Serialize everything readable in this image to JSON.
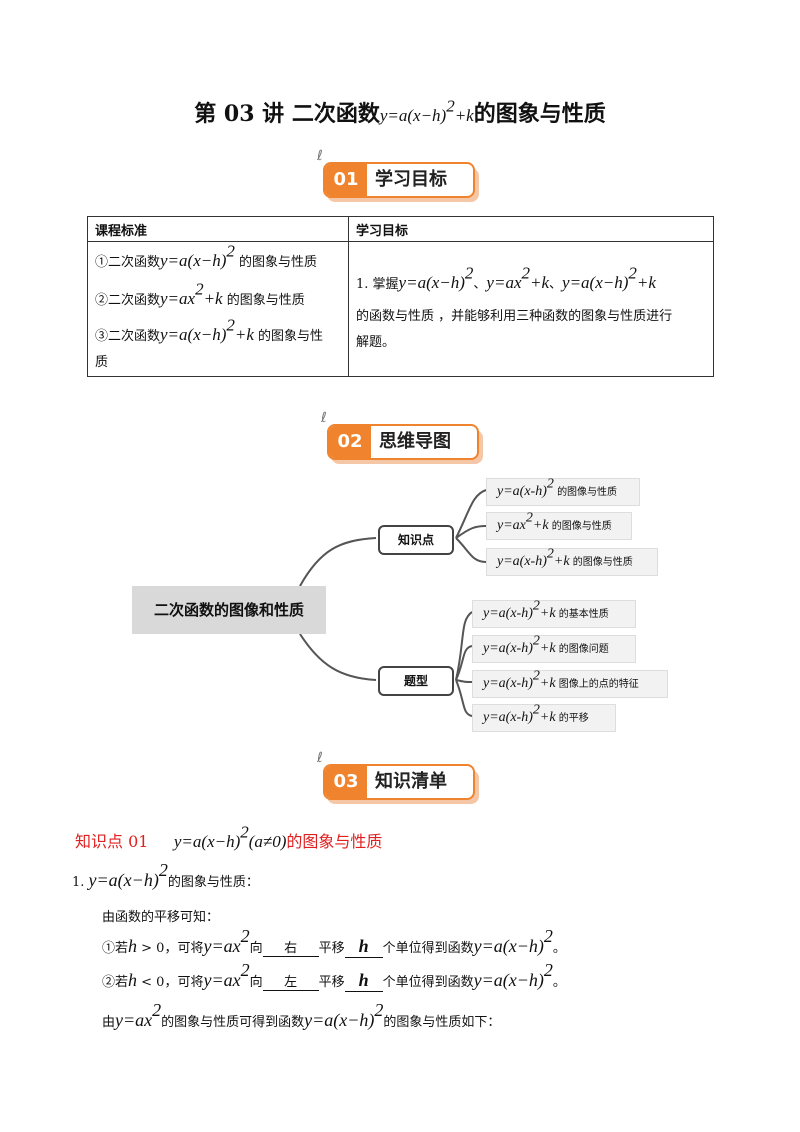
{
  "title": {
    "prefix": "第 03 讲  二次函数",
    "formula": "y=a(x−h)",
    "formula_exp": "2",
    "formula_tail": "+k",
    "suffix": "的图象与性质"
  },
  "sections": [
    {
      "num": "01",
      "label": "学习目标"
    },
    {
      "num": "02",
      "label": "思维导图"
    },
    {
      "num": "03",
      "label": "知识清单"
    }
  ],
  "goals_table": {
    "headers": [
      "课程标准",
      "学习目标"
    ],
    "standards": [
      {
        "prefix": "①二次函数",
        "formula": "y=a(x−h)",
        "exp": "2",
        "tail": "",
        "suffix": "的图象与性质"
      },
      {
        "prefix": "②二次函数",
        "formula": "y=ax",
        "exp": "2",
        "tail": "+k",
        "suffix": "的图象与性质"
      },
      {
        "prefix": "③二次函数",
        "formula": "y=a(x−h)",
        "exp": "2",
        "tail": "+k",
        "suffix": "的图象与性",
        "wrap": "质"
      }
    ],
    "objective": {
      "prefix": "1. 掌握",
      "f1": "y=a(x−h)",
      "f1_exp": "2",
      "sep1": "、",
      "f2": "y=ax",
      "f2_exp": "2",
      "f2_tail": "+k",
      "sep2": "、",
      "f3": "y=a(x−h)",
      "f3_exp": "2",
      "f3_tail": "+k",
      "line2": "的函数与性质 ，并能够利用三种函数的图象与性质进行",
      "line3": "解题。"
    }
  },
  "mindmap": {
    "root": "二次函数的图像和性质",
    "branches": [
      {
        "label": "知识点",
        "leaves": [
          {
            "formula": "y=a(x-h)",
            "exp": "2",
            "tail": "",
            "text": "的图像与性质"
          },
          {
            "formula": "y=ax",
            "exp": "2",
            "tail": "+k",
            "text": "的图像与性质"
          },
          {
            "formula": "y=a(x-h)",
            "exp": "2",
            "tail": "+k",
            "text": "的图像与性质"
          }
        ]
      },
      {
        "label": "题型",
        "leaves": [
          {
            "formula": "y=a(x-h)",
            "exp": "2",
            "tail": "+k",
            "text": "的基本性质"
          },
          {
            "formula": "y=a(x-h)",
            "exp": "2",
            "tail": "+k",
            "text": "的图像问题"
          },
          {
            "formula": "y=a(x-h)",
            "exp": "2",
            "tail": "+k",
            "text": "图像上的点的特征"
          },
          {
            "formula": "y=a(x-h)",
            "exp": "2",
            "tail": "+k",
            "text": "的平移"
          }
        ]
      }
    ]
  },
  "knowledge": {
    "heading_label": "知识点 01",
    "heading_formula": "y=a(x−h)",
    "heading_exp": "2",
    "heading_cond": "(a≠0)",
    "heading_suffix": "的图象与性质",
    "item1_num": "1.",
    "item1_formula": "y=a(x−h)",
    "item1_exp": "2",
    "item1_suffix": "的图象与性质：",
    "line_translation": "由函数的平移可知：",
    "case1": {
      "prefix": "①若",
      "var": "h",
      "cond": " > 0，可将",
      "f": "y=ax",
      "f_exp": "2",
      "dir_pre": "向",
      "dir": "右",
      "move": "平移",
      "amount": "h",
      "unit": "个单位得到函数",
      "g": "y=a(x−h)",
      "g_exp": "2",
      "end": "。"
    },
    "case2": {
      "prefix": "②若",
      "var": "h",
      "cond": " < 0，可将",
      "f": "y=ax",
      "f_exp": "2",
      "dir_pre": "向",
      "dir": "左",
      "move": "平移",
      "amount": "h",
      "unit": "个单位得到函数",
      "g": "y=a(x−h)",
      "g_exp": "2",
      "end": "。"
    },
    "last": {
      "prefix": "由",
      "f": "y=ax",
      "f_exp": "2",
      "mid": "的图象与性质可得到函数",
      "g": "y=a(x−h)",
      "g_exp": "2",
      "end": "的图象与性质如下："
    }
  }
}
